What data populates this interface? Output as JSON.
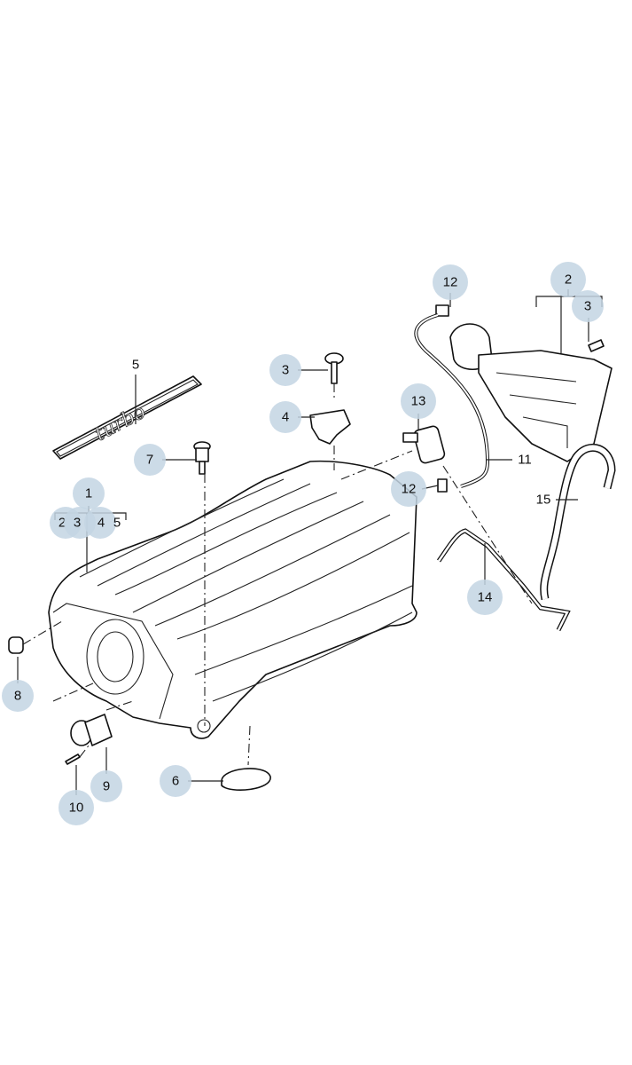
{
  "diagram": {
    "logo_text": "turbo",
    "bubble_color": "#c3d5e3",
    "callouts": [
      {
        "id": "c12a",
        "label": "12"
      },
      {
        "id": "c2a",
        "label": "2"
      },
      {
        "id": "c3a",
        "label": "3"
      },
      {
        "id": "c3b",
        "label": "3"
      },
      {
        "id": "c4",
        "label": "4"
      },
      {
        "id": "c5",
        "label": "5"
      },
      {
        "id": "c13",
        "label": "13"
      },
      {
        "id": "c7",
        "label": "7"
      },
      {
        "id": "c11",
        "label": "11"
      },
      {
        "id": "c12b",
        "label": "12"
      },
      {
        "id": "c15",
        "label": "15"
      },
      {
        "id": "c1",
        "label": "1"
      },
      {
        "id": "g2",
        "label": "2"
      },
      {
        "id": "g3",
        "label": "3"
      },
      {
        "id": "g4",
        "label": "4"
      },
      {
        "id": "g5",
        "label": "5"
      },
      {
        "id": "c14",
        "label": "14"
      },
      {
        "id": "c8",
        "label": "8"
      },
      {
        "id": "c9",
        "label": "9"
      },
      {
        "id": "c6",
        "label": "6"
      },
      {
        "id": "c10",
        "label": "10"
      }
    ]
  }
}
